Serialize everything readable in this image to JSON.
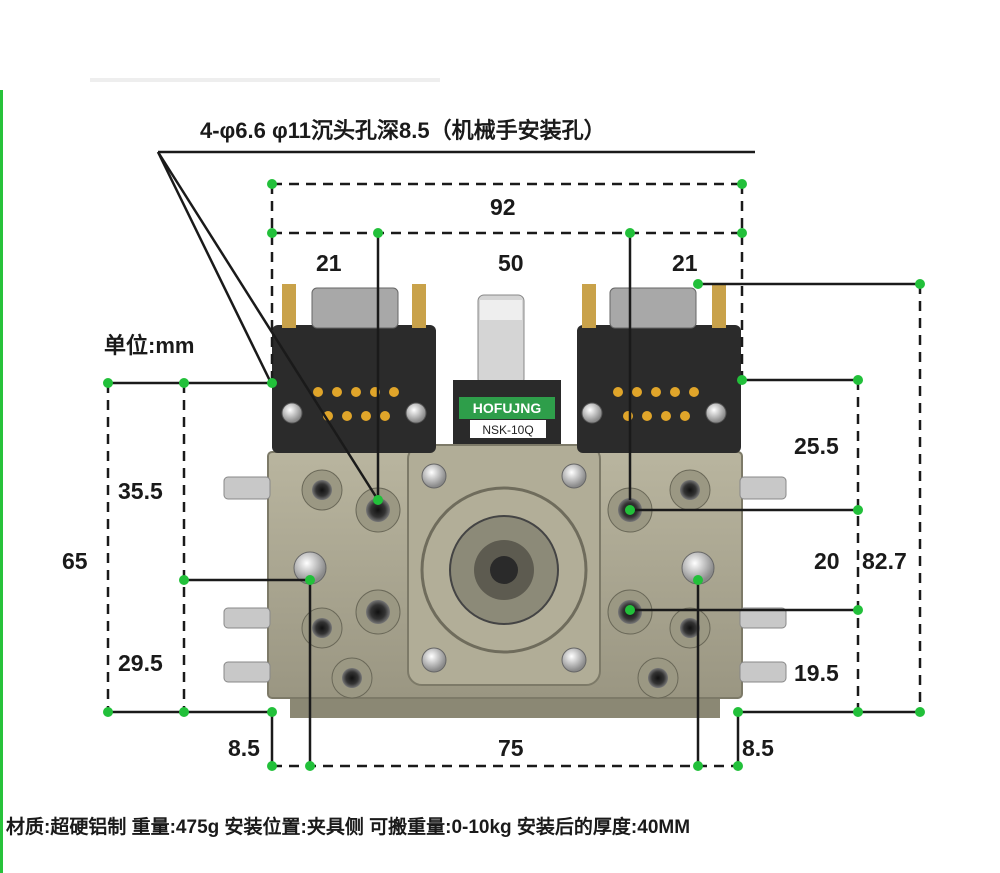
{
  "note": "4-φ6.6 φ11沉头孔深8.5（机械手安装孔）",
  "unit": "单位:mm",
  "brand": "HOFUJNG",
  "model": "NSK-10Q",
  "dimensions": {
    "overall_width": "92",
    "center_span": "50",
    "left_offset": "21",
    "right_offset": "21",
    "left_upper": "35.5",
    "left_total": "65",
    "left_lower": "29.5",
    "right_upper": "25.5",
    "right_middle": "20",
    "right_total": "82.7",
    "right_lower": "19.5",
    "bottom_left": "8.5",
    "bottom_center": "75",
    "bottom_right": "8.5"
  },
  "footer": "材质:超硬铝制 重量:475g 安装位置:夹具侧 可搬重量:0-10kg  安装后的厚度:40MM",
  "colors": {
    "marker": "#22c03a",
    "body": "#a9a58f",
    "dash": "#1a1a1a"
  }
}
